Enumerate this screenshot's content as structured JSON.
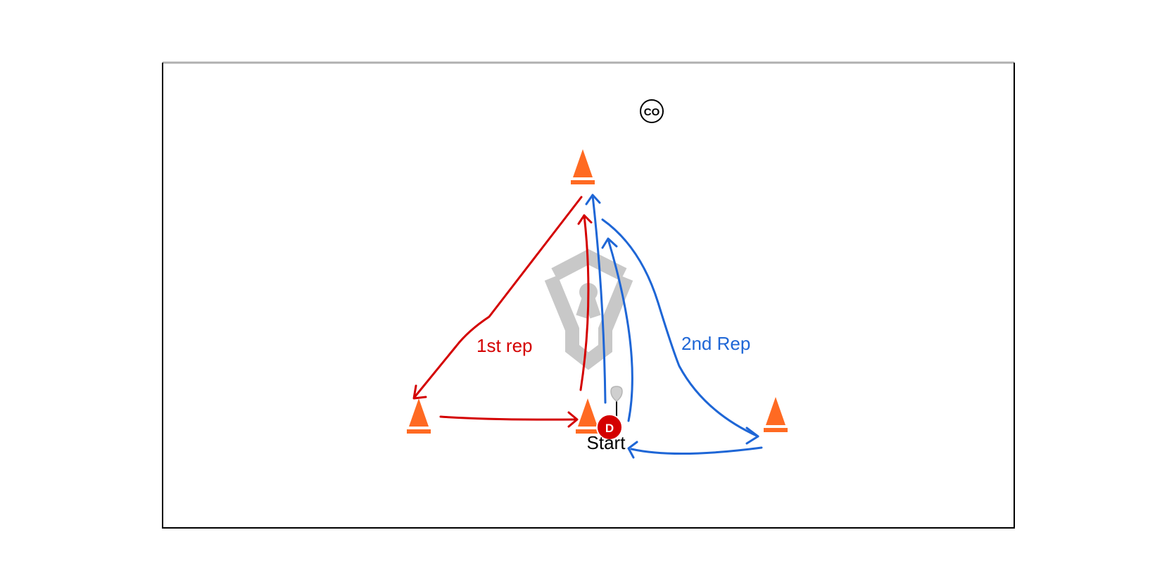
{
  "diagram": {
    "coach_marker": "CO",
    "start_label": "Start",
    "player_marker": "D",
    "first_rep_label": "1st rep",
    "second_rep_label": "2nd Rep",
    "watermark_icon": "lacrosse-logo-watermark-icon",
    "cone_icon": "traffic-cone-icon",
    "stick_icon": "lacrosse-stick-icon"
  },
  "colors": {
    "first_rep": "#d40000",
    "second_rep": "#1e66d6",
    "cone": "#ff6a22",
    "player": "#d40000",
    "watermark": "#c8c8c8",
    "border": "#000000"
  }
}
